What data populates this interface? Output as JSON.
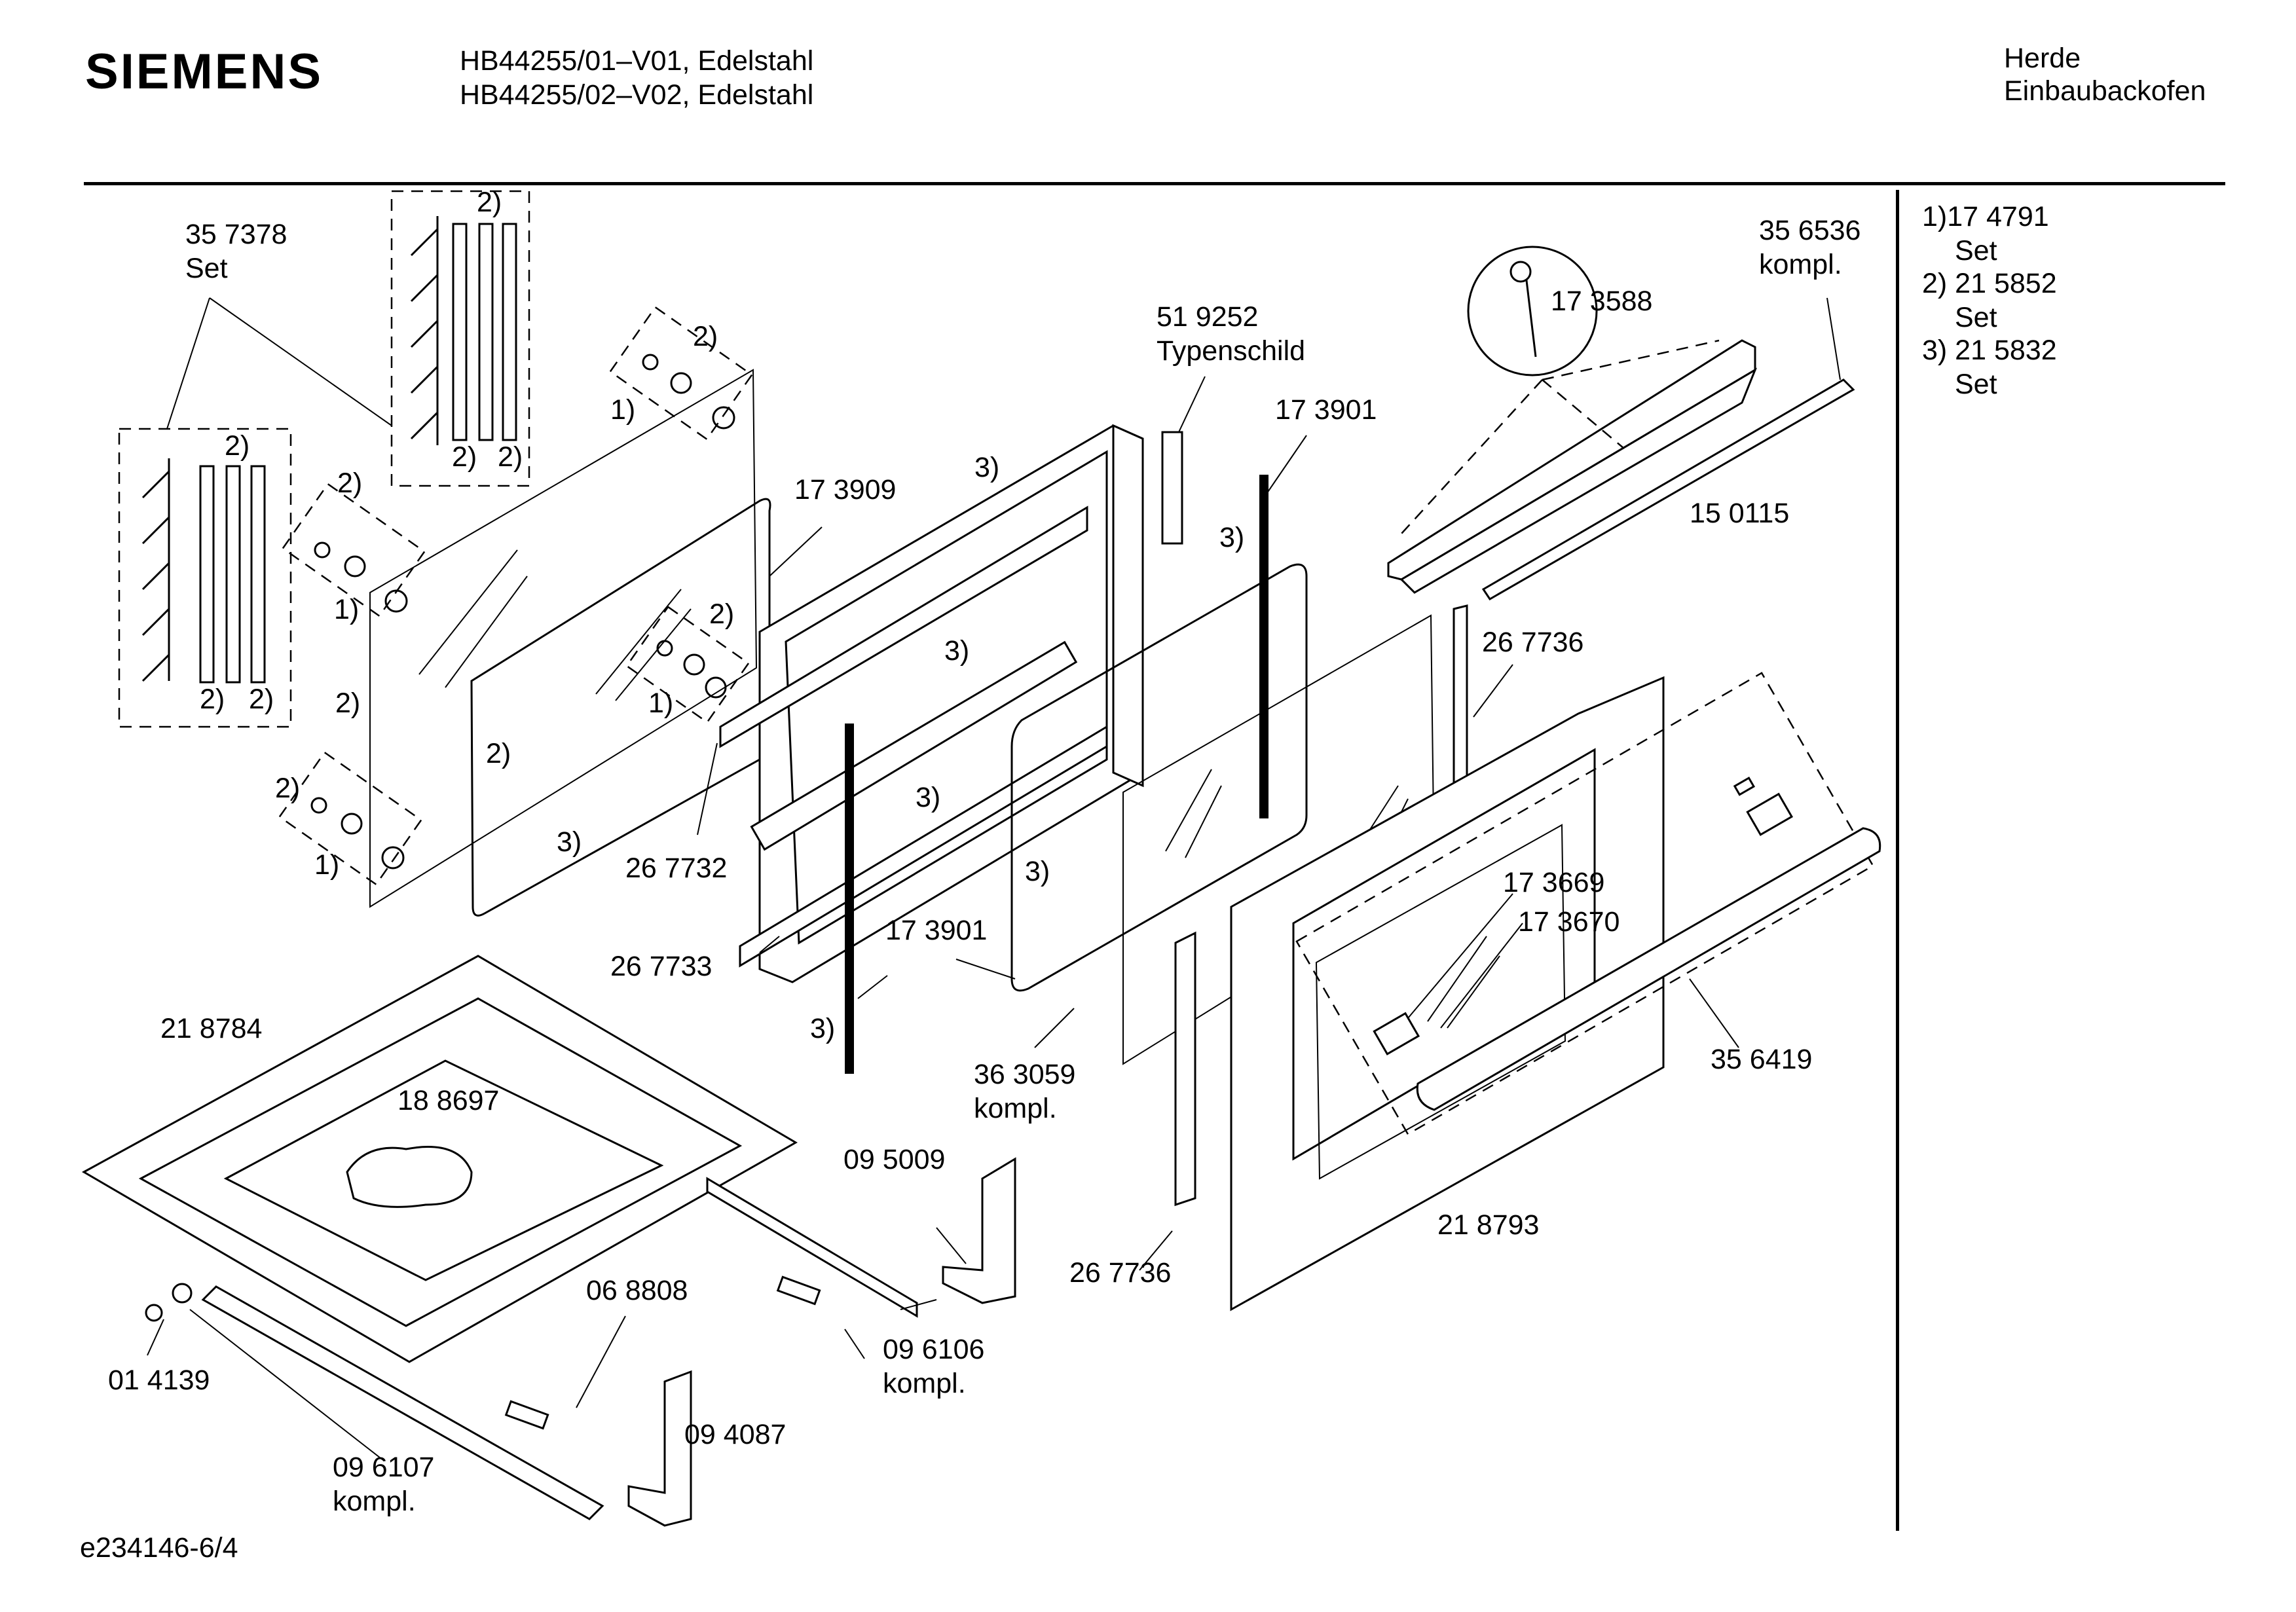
{
  "header": {
    "brand": "SIEMENS",
    "model_line_1": "HB44255/01–V01, Edelstahl",
    "model_line_2": "HB44255/02–V02, Edelstahl",
    "category_line_1": "Herde",
    "category_line_2": "Einbaubackofen"
  },
  "legend": {
    "items": [
      {
        "code": "1)17 4791",
        "desc": "Set"
      },
      {
        "code": "2) 21 5852",
        "desc": "Set"
      },
      {
        "code": "3) 21 5832",
        "desc": "Set"
      }
    ]
  },
  "footer": {
    "drawing_id": "e234146-6/4"
  },
  "labels": {
    "p357378": "35 7378",
    "set_a": "Set",
    "p356536": "35 6536",
    "kompl_a": "kompl.",
    "p173588": "17 3588",
    "p519252": "51 9252",
    "typenschild": "Typenschild",
    "p173901_top": "17 3901",
    "p173909": "17 3909",
    "p150115": "15 0115",
    "p267736_top": "26 7736",
    "p267732": "26 7732",
    "p267733": "26 7733",
    "p173901_bot": "17 3901",
    "p218784": "21 8784",
    "p188697": "18 8697",
    "p173669": "17 3669",
    "p173670": "17 3670",
    "p363059": "36 3059",
    "kompl_b": "kompl.",
    "p356419": "35 6419",
    "p095009": "09 5009",
    "p267736_bot": "26 7736",
    "p218793": "21 8793",
    "p068808": "06 8808",
    "p096106": "09 6106",
    "kompl_c": "kompl.",
    "p014139": "01 4139",
    "p094087": "09 4087",
    "p096107": "09 6107",
    "kompl_d": "kompl.",
    "ref1": "1)",
    "ref2": "2)",
    "ref3": "3)"
  }
}
